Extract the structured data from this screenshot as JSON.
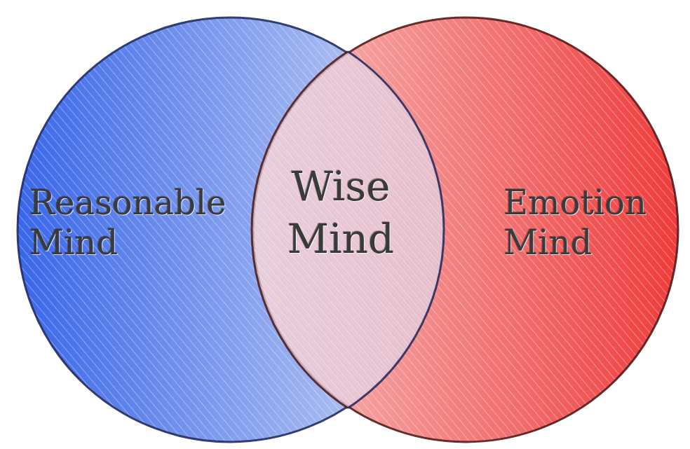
{
  "diagram": {
    "nodes": [
      {
        "text": [
          "Reasonable Mind"
        ]
      },
      {
        "text": [
          "Emotion Mind"
        ]
      },
      {
        "text": [
          "Wise Mind"
        ]
      }
    ]
  }
}
